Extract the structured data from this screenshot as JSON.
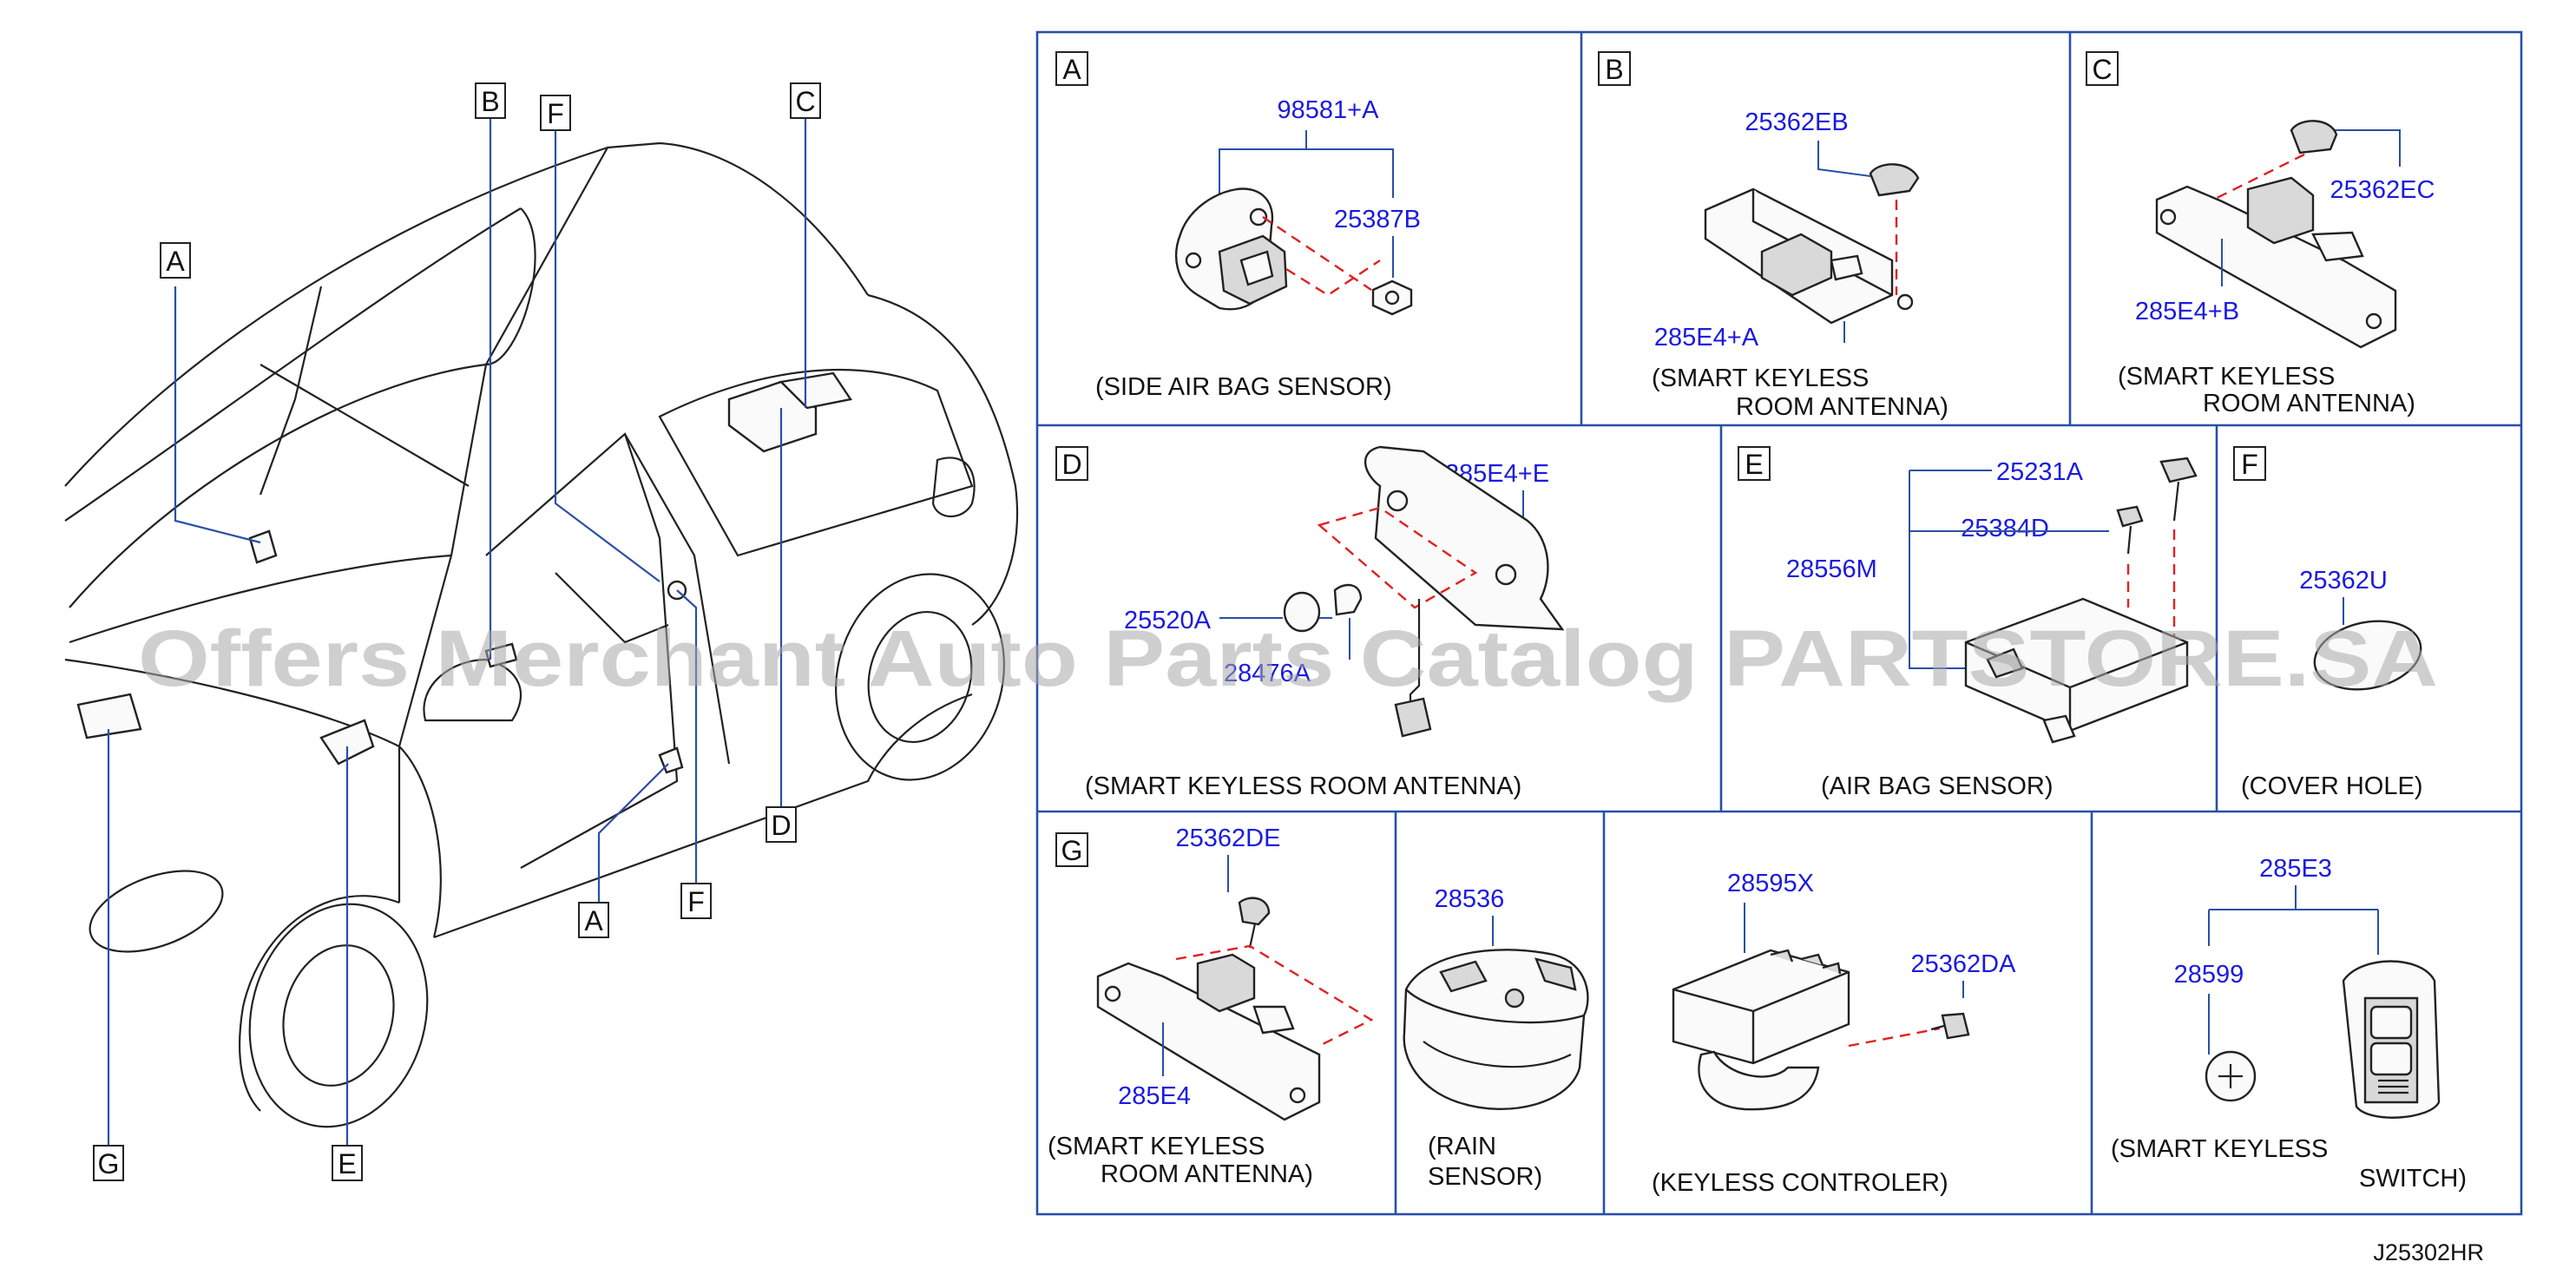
{
  "watermark": "Offers Merchant Auto Parts Catalog PARTSTORE.SA",
  "diagram_code": "J25302HR",
  "overview_labels": {
    "A_top": "A",
    "B": "B",
    "F_top": "F",
    "C": "C",
    "D": "D",
    "A_bottom": "A",
    "F_bottom": "F",
    "G": "G",
    "E": "E"
  },
  "panels": {
    "A": {
      "letter": "A",
      "parts": [
        "98581+A",
        "25387B"
      ],
      "caption": [
        "(SIDE   AIR   BAG   SENSOR)"
      ]
    },
    "B": {
      "letter": "B",
      "parts": [
        "25362EB",
        "285E4+A"
      ],
      "caption": [
        "(SMART   KEYLESS",
        "ROOM   ANTENNA)"
      ]
    },
    "C": {
      "letter": "C",
      "parts": [
        "25362EC",
        "285E4+B"
      ],
      "caption": [
        "(SMART   KEYLESS",
        "ROOM   ANTENNA)"
      ]
    },
    "D": {
      "letter": "D",
      "parts": [
        "285E4+E",
        "25520A",
        "28476A"
      ],
      "caption": [
        "(SMART   KEYLESS   ROOM   ANTENNA)"
      ]
    },
    "E": {
      "letter": "E",
      "parts": [
        "25231A",
        "25384D",
        "28556M"
      ],
      "caption": [
        "(AIR   BAG   SENSOR)"
      ]
    },
    "F": {
      "letter": "F",
      "parts": [
        "25362U"
      ],
      "caption": [
        "(COVER   HOLE)"
      ]
    },
    "G": {
      "letter": "G",
      "parts": [
        "25362DE",
        "285E4"
      ],
      "caption": [
        "(SMART   KEYLESS",
        "ROOM   ANTENNA)"
      ]
    },
    "H": {
      "parts": [
        "28536"
      ],
      "caption": [
        "(RAIN",
        "SENSOR)"
      ]
    },
    "I": {
      "parts": [
        "28595X",
        "25362DA"
      ],
      "caption": [
        "(KEYLESS   CONTROLER)"
      ]
    },
    "J": {
      "parts": [
        "285E3",
        "28599"
      ],
      "caption": [
        "(SMART   KEYLESS",
        "SWITCH)"
      ]
    }
  }
}
